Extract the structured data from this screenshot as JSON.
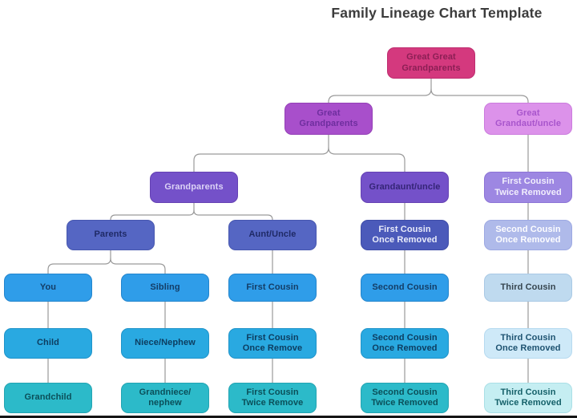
{
  "title": "Family Lineage Chart Template",
  "nodes": {
    "great_great_grandparents": {
      "label": "Great Great Grandparents"
    },
    "great_grandparents": {
      "label": "Great Grandparents"
    },
    "great_grandaut_uncle": {
      "label": "Great Grandaut/uncle"
    },
    "grandparents": {
      "label": "Grandparents"
    },
    "grandaunt_uncle": {
      "label": "Grandaunt/uncle"
    },
    "first_cousin_twice_removed": {
      "label": "First Cousin Twice Removed"
    },
    "parents": {
      "label": "Parents"
    },
    "aunt_uncle": {
      "label": "Aunt/Uncle"
    },
    "first_cousin_once_removed": {
      "label": "First Cousin Once Removed"
    },
    "second_cousin_once_removed": {
      "label": "Second Cousin Once Removed"
    },
    "you": {
      "label": "You"
    },
    "sibling": {
      "label": "Sibling"
    },
    "first_cousin": {
      "label": "First Cousin"
    },
    "second_cousin": {
      "label": "Second Cousin"
    },
    "third_cousin": {
      "label": "Third Cousin"
    },
    "child": {
      "label": "Child"
    },
    "niece_nephew": {
      "label": "Niece/Nephew"
    },
    "first_cousin_once_remove": {
      "label": "First Cousin Once Remove"
    },
    "second_cousin_once_removed_b": {
      "label": "Second Cousin Once Removed"
    },
    "third_cousin_once_removed": {
      "label": "Third Cousin Once Removed"
    },
    "grandchild": {
      "label": "Grandchild"
    },
    "grandniece_nephew": {
      "label": "Grandniece/\nnephew"
    },
    "first_cousin_twice_remove": {
      "label": "First Cousin Twice Remove"
    },
    "second_cousin_twice_removed": {
      "label": "Second Cousin Twice Removed"
    },
    "third_cousin_twice_removed": {
      "label": "Third Cousin Twice Removed"
    }
  },
  "colors": {
    "level1_pink": "#D4397E",
    "level2_purple": "#A84FCB",
    "level2_light_orchid": "#DC92EA",
    "level3_purple": "#7451C9",
    "level3_light_purple": "#9D87E2",
    "level4_indigo": "#5566C3",
    "level4_dark_indigo": "#4B5ABA",
    "level4_periwinkle": "#AFBAEA",
    "level5_blue": "#2F9DE9",
    "level5_light_blue": "#BFDAEF",
    "level6_cyan": "#29A9E1",
    "level6_light_cyan": "#CEE9F8",
    "level7_teal": "#2CBAC9",
    "level7_light_teal": "#C5EEF2",
    "connector_gray": "#9A9A9A"
  }
}
